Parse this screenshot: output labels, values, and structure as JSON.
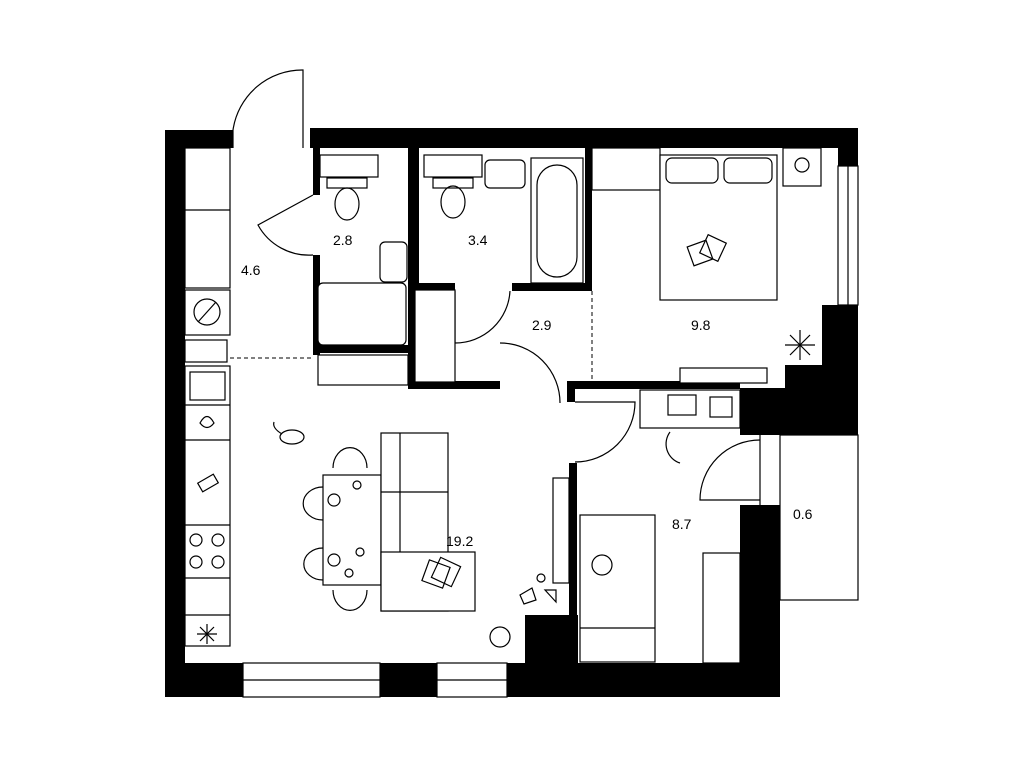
{
  "plan": {
    "rooms": [
      {
        "id": "hallway",
        "area": "4.6"
      },
      {
        "id": "wc",
        "area": "2.8"
      },
      {
        "id": "bathroom",
        "area": "3.4"
      },
      {
        "id": "corridor",
        "area": "2.9"
      },
      {
        "id": "bedroom",
        "area": "9.8"
      },
      {
        "id": "living-kitchen",
        "area": "19.2"
      },
      {
        "id": "kids-room",
        "area": "8.7"
      },
      {
        "id": "balcony",
        "area": "0.6"
      }
    ],
    "colors": {
      "walls": "#000000",
      "background": "#ffffff"
    }
  }
}
